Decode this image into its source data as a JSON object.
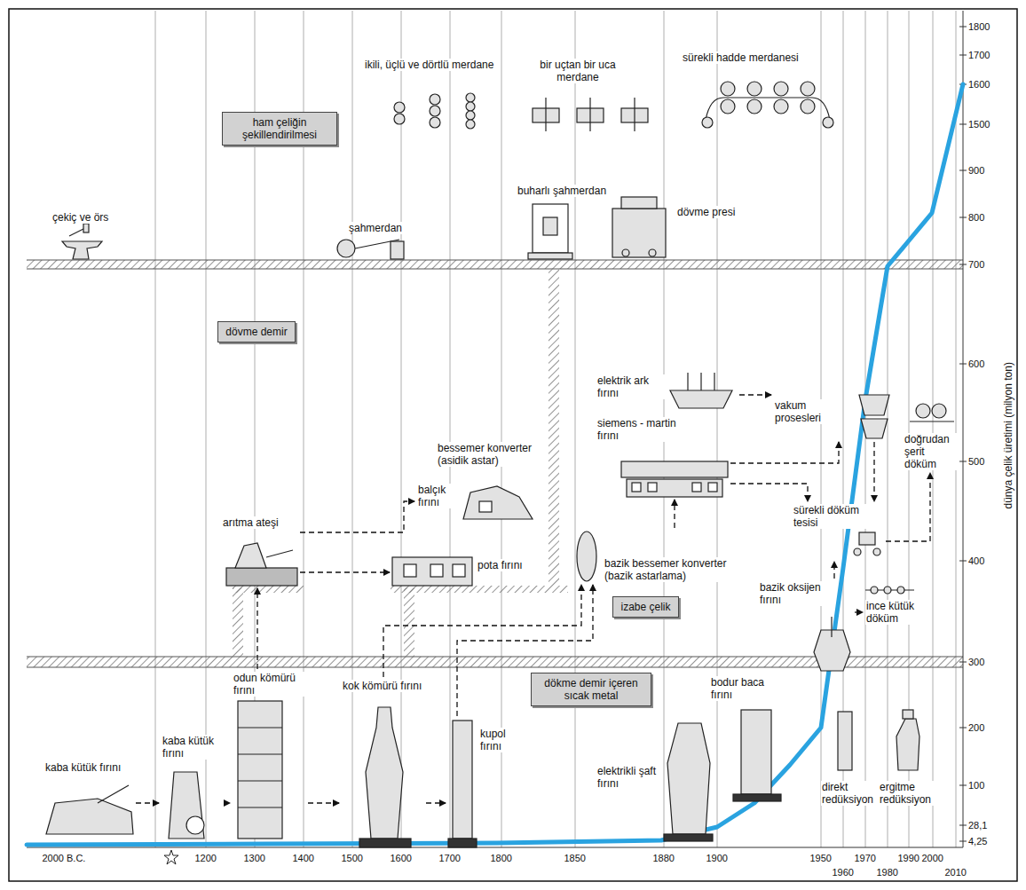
{
  "diagram": {
    "nodes": [
      {
        "text": [
          "ham çeliğin şekillendirilmesi"
        ]
      },
      {
        "text": [
          "çekiç ve örs"
        ]
      },
      {
        "text": [
          "şahmerdan"
        ]
      },
      {
        "text": [
          "ikili, üçlü ve dörtlü merdane"
        ]
      },
      {
        "text": [
          "buharlı şahmerdan"
        ]
      },
      {
        "text": [
          "bir uçtan bir uca merdane"
        ]
      },
      {
        "text": [
          "dövme presi"
        ]
      },
      {
        "text": [
          "sürekli hadde merdanesi"
        ]
      },
      {
        "text": [
          "dövme demir"
        ]
      },
      {
        "text": [
          "arıtma ateşi"
        ]
      },
      {
        "text": [
          "bessemer konverter (asidik astar)"
        ]
      },
      {
        "text": [
          "balçık fırını"
        ]
      },
      {
        "text": [
          "pota fırını"
        ]
      },
      {
        "text": [
          "elektrik ark fırını"
        ]
      },
      {
        "text": [
          "siemens - martin fırını"
        ]
      },
      {
        "text": [
          "bazik bessemer konverter (bazik astarlama)"
        ]
      },
      {
        "text": [
          "izabe çelik"
        ]
      },
      {
        "text": [
          "vakum prosesleri"
        ]
      },
      {
        "text": [
          "sürekli döküm tesisi"
        ]
      },
      {
        "text": [
          "bazik oksijen fırını"
        ]
      },
      {
        "text": [
          "ince kütük döküm"
        ]
      },
      {
        "text": [
          "doğrudan şerit döküm"
        ]
      },
      {
        "text": [
          "dökme demir içeren sıcak metal"
        ]
      },
      {
        "text": [
          "kaba kütük fırını"
        ]
      },
      {
        "text": [
          "kaba kütük fırını"
        ]
      },
      {
        "text": [
          "odun kömürü fırını"
        ]
      },
      {
        "text": [
          "kok kömürü fırını"
        ]
      },
      {
        "text": [
          "kupol fırını"
        ]
      },
      {
        "text": [
          "elektrikli şaft fırını"
        ]
      },
      {
        "text": [
          "bodur baca fırını"
        ]
      },
      {
        "text": [
          "direkt redüksiyon"
        ]
      },
      {
        "text": [
          "ergitme redüksiyon"
        ]
      }
    ],
    "edges": [
      {
        "from": 23,
        "to": 24,
        "arrow": "to"
      },
      {
        "from": 24,
        "to": 25,
        "arrow": "to"
      },
      {
        "from": 25,
        "to": 26,
        "arrow": "to"
      },
      {
        "from": 26,
        "to": 27,
        "arrow": "to"
      },
      {
        "from": 25,
        "to": 9,
        "arrow": "to"
      },
      {
        "from": 9,
        "to": 12,
        "arrow": "to"
      },
      {
        "from": 9,
        "to": 11,
        "arrow": "to"
      },
      {
        "from": 26,
        "to": 15,
        "arrow": "to"
      },
      {
        "from": 27,
        "to": 15,
        "arrow": "to"
      },
      {
        "from": 15,
        "to": 14,
        "arrow": "to"
      },
      {
        "from": 14,
        "to": 18,
        "arrow": "to"
      },
      {
        "from": 13,
        "to": 17,
        "arrow": "to"
      },
      {
        "from": 14,
        "to": 17,
        "arrow": "to"
      },
      {
        "from": 17,
        "to": 18,
        "arrow": "to"
      },
      {
        "from": 19,
        "to": 18,
        "arrow": "to"
      },
      {
        "from": 19,
        "to": 20,
        "arrow": "to"
      },
      {
        "from": 18,
        "to": 21,
        "arrow": "to"
      }
    ],
    "labels": [
      "2000 B.C.",
      "1200",
      "1300",
      "1400",
      "1500",
      "1600",
      "1700",
      "1800",
      "1850",
      "1880",
      "1900",
      "1950",
      "1960",
      "1970",
      "1980",
      "1990",
      "2000",
      "2010",
      "1800",
      "1700",
      "1600",
      "1500",
      "900",
      "800",
      "700",
      "600",
      "500",
      "400",
      "300",
      "200",
      "100",
      "28,1",
      "4,25",
      "dünya çelik üretimi (milyon ton)"
    ]
  }
}
